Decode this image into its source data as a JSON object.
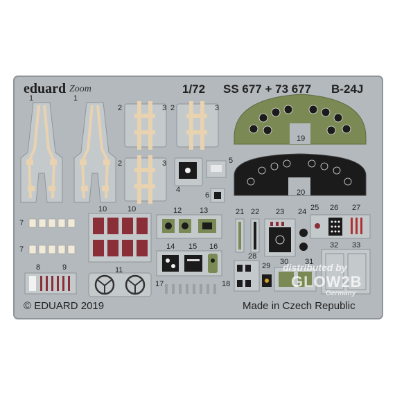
{
  "header": {
    "brand": "eduard",
    "zoom_logo": "Zoom",
    "scale": "1/72",
    "code": "SS 677 + 73 677",
    "model": "B-24J"
  },
  "footer": {
    "copyright": "© EDUARD 2019",
    "origin": "Made in Czech Republic"
  },
  "watermark": {
    "line1": "distributed by",
    "line2": "GLOW2B",
    "line3": "Germany"
  },
  "part_numbers": [
    "1",
    "1",
    "2",
    "3",
    "2",
    "3",
    "2",
    "3",
    "4",
    "5",
    "6",
    "7",
    "7",
    "8",
    "9",
    "10",
    "10",
    "11",
    "12",
    "13",
    "14",
    "15",
    "16",
    "17",
    "18",
    "19",
    "20",
    "21",
    "22",
    "23",
    "24",
    "25",
    "26",
    "27",
    "28",
    "29",
    "30",
    "31",
    "32",
    "33"
  ],
  "colors": {
    "fret": "#b3b9bd",
    "fret_edge": "#8e9498",
    "panel_green": "#7b8a55",
    "panel_black": "#1b1b1b",
    "belt": "#e9d2b0",
    "red": "#8a2f38",
    "white": "#f2f2f2"
  }
}
